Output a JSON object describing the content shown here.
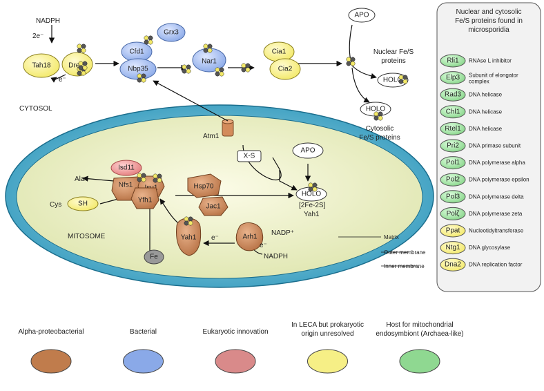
{
  "colors": {
    "alpha_proteobacterial": "#c07c4c",
    "bacterial": "#8aa9e8",
    "eukaryotic_innovation": "#d98a8a",
    "prokaryotic_unresolved": "#f6ef86",
    "archaea_like": "#8fd891",
    "mitosome_outer": "#2d8fb3",
    "mitosome_inner": "#f0f0c8",
    "panel_bg": "#f2f2f2"
  },
  "labels": {
    "nadph_top": "NADPH",
    "two_e": "2e⁻",
    "e_minus": "e⁻",
    "cytosol": "CYTOSOL",
    "mitosome": "MITOSOME",
    "atm1": "Atm1",
    "xs": "X-S",
    "apo": "APO",
    "holo": "HOLO",
    "nuclear_fes": [
      "Nuclear Fe/S",
      "proteins"
    ],
    "cytosolic_fes": [
      "Cytosolic",
      "Fe/S proteins"
    ],
    "fe2s": "[2Fe-2S]",
    "yah1_label": "Yah1",
    "ala": "Ala",
    "cys": "Cys",
    "sh": "SH",
    "fe": "Fe",
    "nadp_plus": "NADP⁺",
    "nadph_bottom": "NADPH",
    "matrix": "Matrix",
    "outer_membrane": "Outer membrane",
    "inner_membrane": "Inner membrane"
  },
  "proteins": {
    "tah18": "Tah18",
    "dre2": "Dre2",
    "cfd1": "Cfd1",
    "nbp35": "Nbp35",
    "grx3": "Grx3",
    "nar1": "Nar1",
    "cia1": "Cia1",
    "cia2": "Cia2",
    "isd11": "Isd11",
    "nfs1": "Nfs1",
    "isu1": "Isu1",
    "yfh1": "Yfh1",
    "hsp70": "Hsp70",
    "jac1": "Jac1",
    "yah1": "Yah1",
    "arh1": "Arh1"
  },
  "panel": {
    "title": [
      "Nuclear and cytosolic",
      "Fe/S proteins found in",
      "microsporidia"
    ],
    "items": [
      {
        "name": "Rli1",
        "desc": "RNAse L inhibitor",
        "origin": "archaea_like"
      },
      {
        "name": "Elp3",
        "desc": "Subunit of elongator complex",
        "origin": "archaea_like"
      },
      {
        "name": "Rad3",
        "desc": "DNA helicase",
        "origin": "archaea_like"
      },
      {
        "name": "Chl1",
        "desc": "DNA helicase",
        "origin": "archaea_like"
      },
      {
        "name": "Rtel1",
        "desc": "DNA helicase",
        "origin": "archaea_like"
      },
      {
        "name": "Pri2",
        "desc": "DNA primase subunit",
        "origin": "archaea_like"
      },
      {
        "name": "Pol1",
        "desc": "DNA polymerase alpha",
        "origin": "archaea_like"
      },
      {
        "name": "Pol2",
        "desc": "DNA polymerase epsilon",
        "origin": "archaea_like"
      },
      {
        "name": "Pol3",
        "desc": "DNA polymerase delta",
        "origin": "archaea_like"
      },
      {
        "name": "Polζ",
        "desc": "DNA polymerase zeta",
        "origin": "archaea_like"
      },
      {
        "name": "Ppat",
        "desc": "Nucleotidyltransferase",
        "origin": "prokaryotic_unresolved"
      },
      {
        "name": "Ntg1",
        "desc": "DNA glycosylase",
        "origin": "prokaryotic_unresolved"
      },
      {
        "name": "Dna2",
        "desc": "DNA replication factor",
        "origin": "prokaryotic_unresolved"
      }
    ]
  },
  "legend": [
    {
      "label": [
        "Alpha-proteobacterial"
      ],
      "color": "alpha_proteobacterial"
    },
    {
      "label": [
        "Bacterial"
      ],
      "color": "bacterial"
    },
    {
      "label": [
        "Eukaryotic innovation"
      ],
      "color": "eukaryotic_innovation"
    },
    {
      "label": [
        "In LECA but prokaryotic",
        "origin unresolved"
      ],
      "color": "prokaryotic_unresolved"
    },
    {
      "label": [
        "Host for mitochondrial",
        "endosymbiont (Archaea-like)"
      ],
      "color": "archaea_like"
    }
  ]
}
